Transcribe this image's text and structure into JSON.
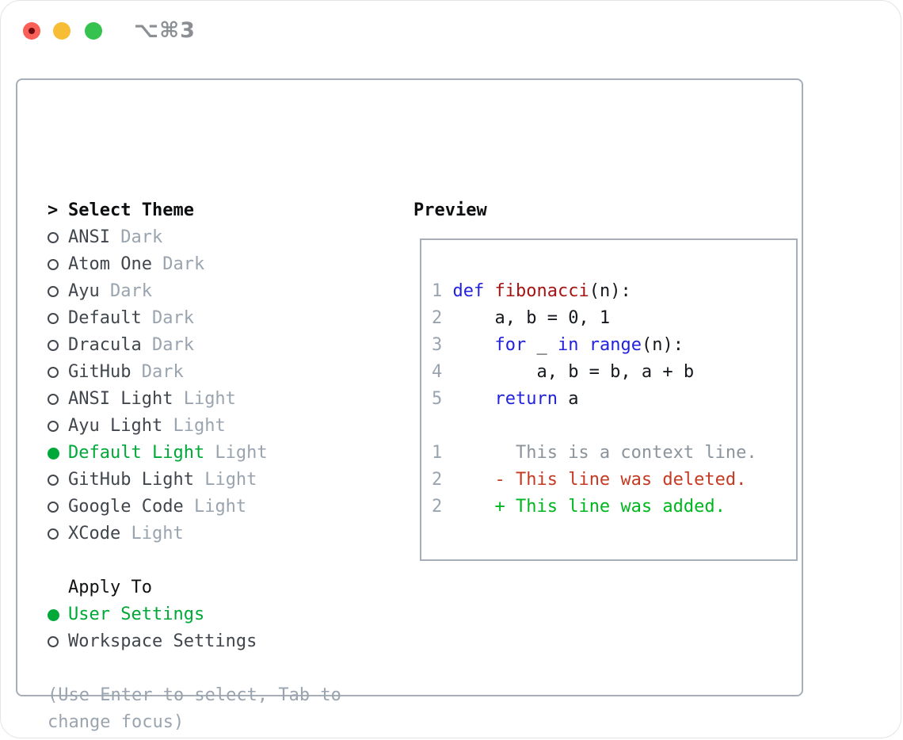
{
  "window": {
    "title": "⌥⌘3"
  },
  "titlebar": {
    "buttons": [
      "close",
      "minimize",
      "zoom"
    ],
    "close_has_unsaved_dot": true
  },
  "theme_list": {
    "cursor": ">",
    "header": "Select Theme",
    "items": [
      {
        "name": "ANSI",
        "variant": "Dark",
        "selected": false
      },
      {
        "name": "Atom One",
        "variant": "Dark",
        "selected": false
      },
      {
        "name": "Ayu",
        "variant": "Dark",
        "selected": false
      },
      {
        "name": "Default",
        "variant": "Dark",
        "selected": false
      },
      {
        "name": "Dracula",
        "variant": "Dark",
        "selected": false
      },
      {
        "name": "GitHub",
        "variant": "Dark",
        "selected": false
      },
      {
        "name": "ANSI Light",
        "variant": "Light",
        "selected": false
      },
      {
        "name": "Ayu Light",
        "variant": "Light",
        "selected": false
      },
      {
        "name": "Default Light",
        "variant": "Light",
        "selected": true
      },
      {
        "name": "GitHub Light",
        "variant": "Light",
        "selected": false
      },
      {
        "name": "Google Code",
        "variant": "Light",
        "selected": false
      },
      {
        "name": "XCode",
        "variant": "Light",
        "selected": false
      }
    ]
  },
  "apply_to": {
    "header": "Apply To",
    "options": [
      {
        "label": "User Settings",
        "selected": true
      },
      {
        "label": "Workspace Settings",
        "selected": false
      }
    ]
  },
  "hint": {
    "lines": [
      "(Use Enter to select, Tab to",
      "change focus)"
    ]
  },
  "preview": {
    "header": "Preview",
    "lines": [
      {
        "num": "1",
        "tokens": [
          {
            "t": " ",
            "c": "plain"
          },
          {
            "t": "def",
            "c": "kw"
          },
          {
            "t": " ",
            "c": "plain"
          },
          {
            "t": "fibonacci",
            "c": "fn"
          },
          {
            "t": "(n):",
            "c": "plain"
          }
        ]
      },
      {
        "num": "2",
        "tokens": [
          {
            "t": "     a, b = 0, 1",
            "c": "plain"
          }
        ]
      },
      {
        "num": "3",
        "tokens": [
          {
            "t": "     ",
            "c": "plain"
          },
          {
            "t": "for",
            "c": "kw"
          },
          {
            "t": " _ ",
            "c": "plain"
          },
          {
            "t": "in",
            "c": "kw"
          },
          {
            "t": " ",
            "c": "plain"
          },
          {
            "t": "range",
            "c": "kw"
          },
          {
            "t": "(n):",
            "c": "plain"
          }
        ]
      },
      {
        "num": "4",
        "tokens": [
          {
            "t": "         a, b = b, a + b",
            "c": "plain"
          }
        ]
      },
      {
        "num": "5",
        "tokens": [
          {
            "t": "     ",
            "c": "plain"
          },
          {
            "t": "return",
            "c": "kw"
          },
          {
            "t": " a",
            "c": "plain"
          }
        ]
      },
      {
        "num": "",
        "tokens": []
      },
      {
        "num": "1",
        "tokens": [
          {
            "t": "       This is a context line.",
            "c": "ctx"
          }
        ]
      },
      {
        "num": "2",
        "tokens": [
          {
            "t": "     ",
            "c": "plain"
          },
          {
            "t": "- This line was deleted.",
            "c": "del"
          }
        ]
      },
      {
        "num": "2",
        "tokens": [
          {
            "t": "     ",
            "c": "plain"
          },
          {
            "t": "+ This line was added.",
            "c": "add"
          }
        ]
      }
    ]
  },
  "colors": {
    "accent-green": "#00a838",
    "keyword-blue": "#2222dd",
    "function-red": "#a31515",
    "deleted-red": "#c53a22",
    "added-green": "#00b61f",
    "muted-gray": "#9aa4af",
    "context-gray": "#8b939b",
    "text-dark": "#41464d",
    "code-black": "#15181c",
    "border-gray": "#a6aeb8",
    "title-gray": "#8b8f94",
    "traffic-red": "#f96057",
    "traffic-yellow": "#f8bd36",
    "traffic-green": "#35c24e",
    "traffic-dot": "#6d0b0e"
  }
}
